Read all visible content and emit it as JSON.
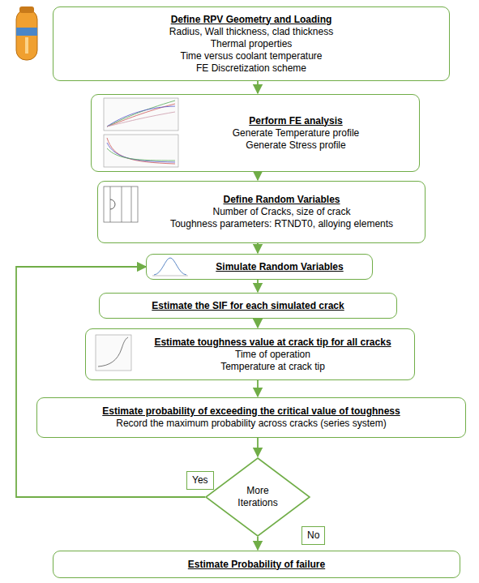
{
  "diagram": {
    "nodes": [
      {
        "text": [
          "Define RPV Geometry and Loading",
          "Radius, Wall thickness, clad thickness",
          "Thermal properties",
          "Time versus coolant temperature",
          "FE Discretization scheme"
        ]
      },
      {
        "text": [
          "Perform FE analysis",
          "Generate Temperature profile",
          "Generate Stress profile"
        ]
      },
      {
        "text": [
          "Define Random Variables",
          "Number of Cracks, size of crack",
          "Toughness parameters: RTNDT0, alloying elements"
        ]
      },
      {
        "text": [
          "Simulate Random Variables"
        ]
      },
      {
        "text": [
          "Estimate the SIF for each simulated crack"
        ]
      },
      {
        "text": [
          "Estimate toughness value at crack tip for all cracks",
          "Time of operation",
          "Temperature at crack tip"
        ]
      },
      {
        "text": [
          "Estimate probability of exceeding the critical value of toughness",
          "Record the maximum probability across cracks (series system)"
        ]
      },
      {
        "text": [
          "More Iterations"
        ]
      },
      {
        "text": [
          "Estimate Probability of failure"
        ]
      }
    ],
    "edges": [
      {
        "from": 0,
        "to": 1,
        "arrow": "to"
      },
      {
        "from": 1,
        "to": 2,
        "arrow": "to"
      },
      {
        "from": 2,
        "to": 3,
        "arrow": "to"
      },
      {
        "from": 3,
        "to": 4,
        "arrow": "to"
      },
      {
        "from": 4,
        "to": 5,
        "arrow": "to"
      },
      {
        "from": 5,
        "to": 6,
        "arrow": "to"
      },
      {
        "from": 6,
        "to": 7,
        "arrow": "to"
      },
      {
        "from": 7,
        "to": 3,
        "label": "Yes",
        "arrow": "to"
      },
      {
        "from": 7,
        "to": 8,
        "label": "No",
        "arrow": "to"
      }
    ]
  }
}
